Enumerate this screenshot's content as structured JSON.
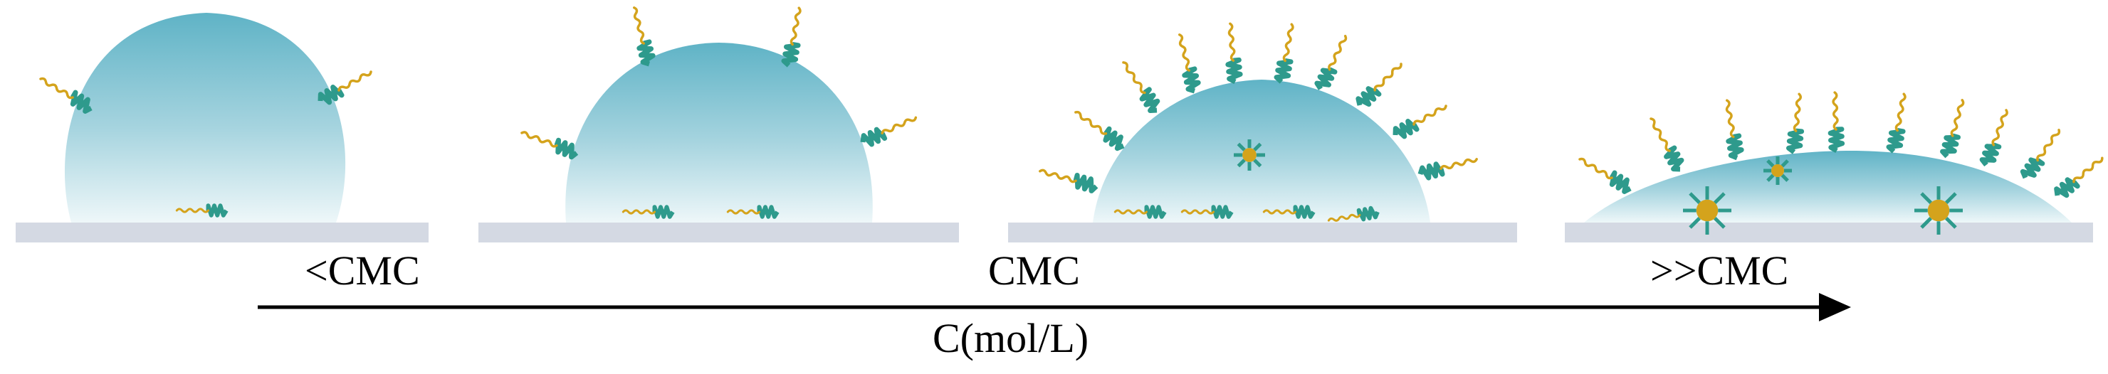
{
  "diagram": {
    "concentration_labels": {
      "below": "<CMC",
      "at": "CMC",
      "above": ">>CMC"
    },
    "axis_label": "C(mol/L)",
    "colors": {
      "droplet_top": "#5fb3c6",
      "droplet_bottom": "#e8f4f7",
      "substrate": "#d4d9e3",
      "surfactant_head": "#2e9a8c",
      "surfactant_tail": "#d4a31c",
      "arrow": "#000000"
    },
    "stages": [
      {
        "relative_droplet_height": 0.94
      },
      {
        "relative_droplet_height": 0.8
      },
      {
        "relative_droplet_height": 0.61
      },
      {
        "relative_droplet_height": 0.33
      }
    ]
  }
}
